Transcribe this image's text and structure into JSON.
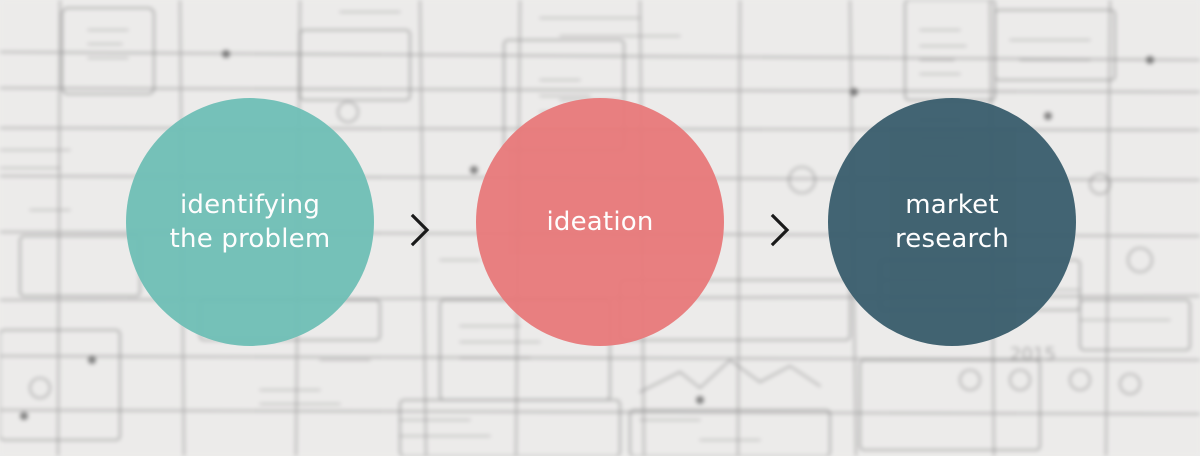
{
  "flow": {
    "steps": [
      {
        "label": "identifying\nthe problem",
        "color": "#6fbfb6"
      },
      {
        "label": "ideation",
        "color": "#e8797a"
      },
      {
        "label": "market\nresearch",
        "color": "#3c5f6e"
      }
    ],
    "connector_icon": "chevron-right-icon"
  },
  "background": {
    "description_icon": "wireframe-sketch-paper",
    "color": "#ededec"
  }
}
